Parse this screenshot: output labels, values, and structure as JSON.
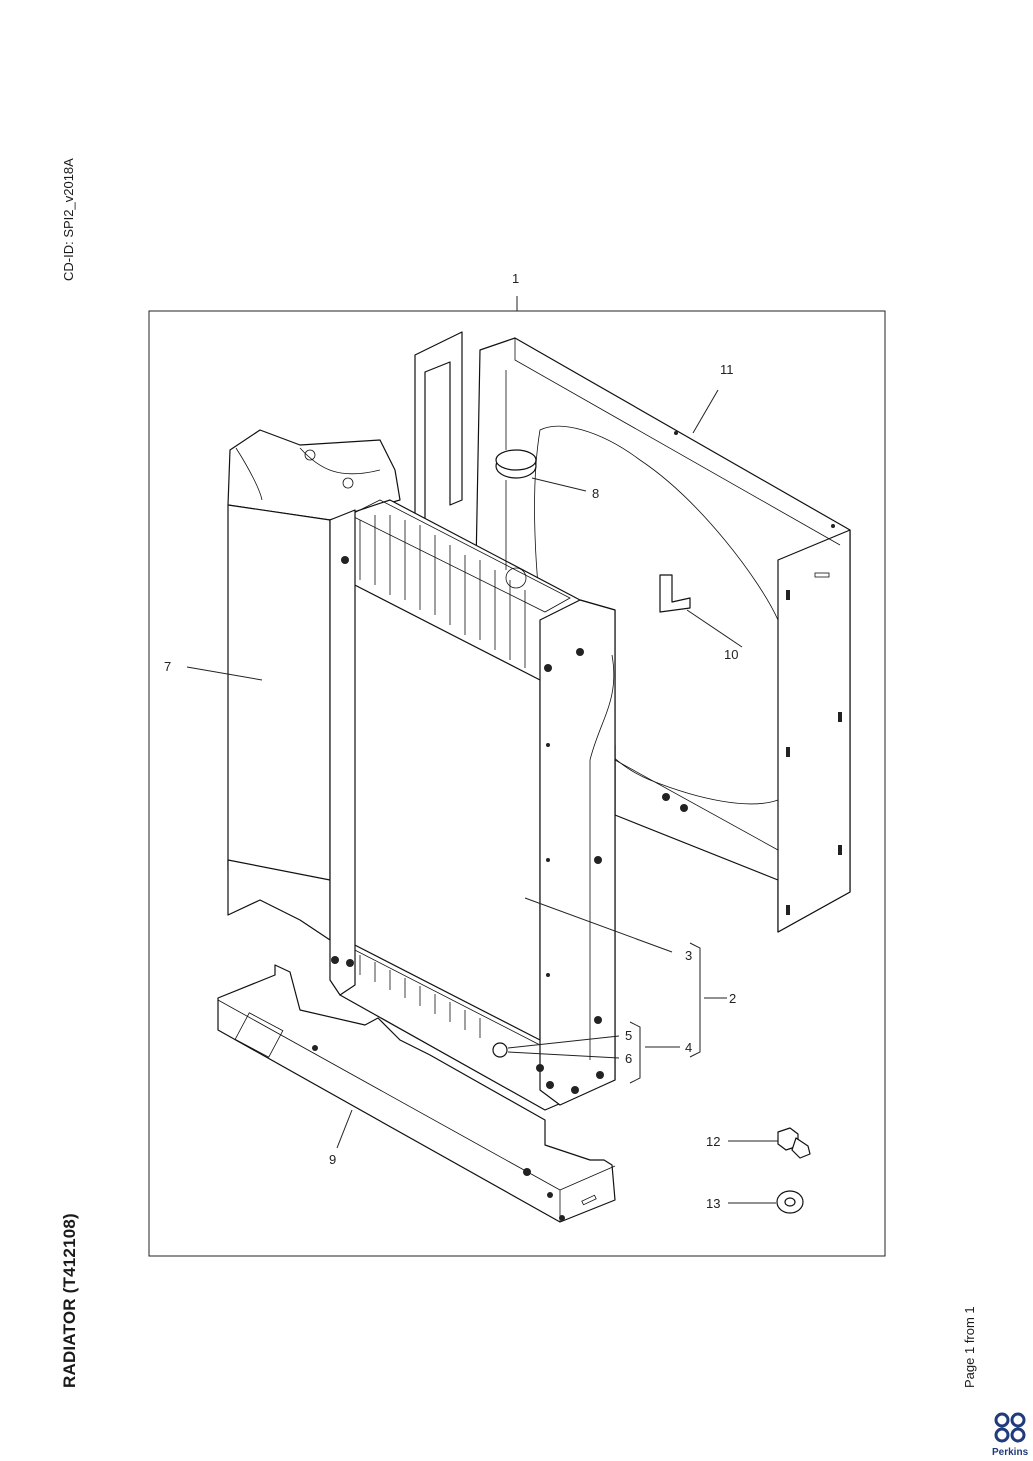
{
  "document": {
    "cd_id": "CD-ID: SPI2_v2018A",
    "title": "RADIATOR (T412108)",
    "page_label": "Page 1 from 1",
    "brand": "Perkins"
  },
  "callouts": [
    {
      "id": "1",
      "label": "1"
    },
    {
      "id": "2",
      "label": "2"
    },
    {
      "id": "3",
      "label": "3"
    },
    {
      "id": "4",
      "label": "4"
    },
    {
      "id": "5",
      "label": "5"
    },
    {
      "id": "6",
      "label": "6"
    },
    {
      "id": "7",
      "label": "7"
    },
    {
      "id": "8",
      "label": "8"
    },
    {
      "id": "9",
      "label": "9"
    },
    {
      "id": "10",
      "label": "10"
    },
    {
      "id": "11",
      "label": "11"
    },
    {
      "id": "12",
      "label": "12"
    },
    {
      "id": "13",
      "label": "13"
    }
  ],
  "colors": {
    "line": "#111111",
    "background": "#ffffff",
    "logo": "#1f3b7a"
  }
}
